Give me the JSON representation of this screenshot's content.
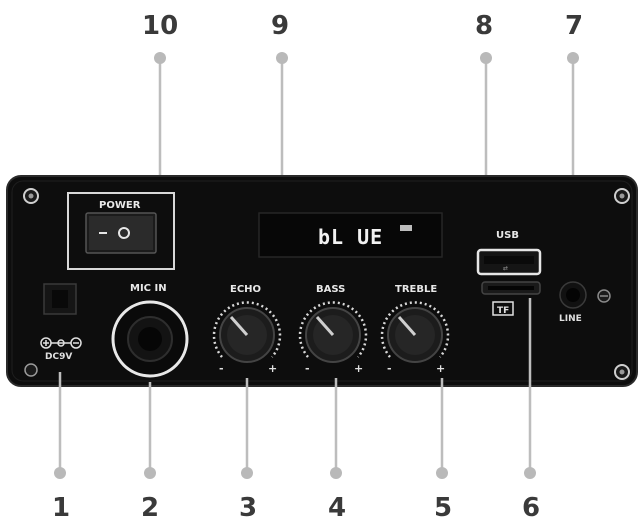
{
  "callouts": {
    "n1": "1",
    "n2": "2",
    "n3": "3",
    "n4": "4",
    "n5": "5",
    "n6": "6",
    "n7": "7",
    "n8": "8",
    "n9": "9",
    "n10": "10"
  },
  "panel": {
    "power_label": "POWER",
    "mic_label": "MIC IN",
    "echo_label": "ECHO",
    "bass_label": "BASS",
    "treble_label": "TREBLE",
    "usb_label": "USB",
    "tf_label": "TF",
    "line_label": "LINE",
    "dc_label": "DC9V",
    "display_text": "bL UE"
  },
  "colors": {
    "panel": "#0d0d0d",
    "callout_dot": "#b9b9b9",
    "callout_text": "#3a3a3a"
  }
}
